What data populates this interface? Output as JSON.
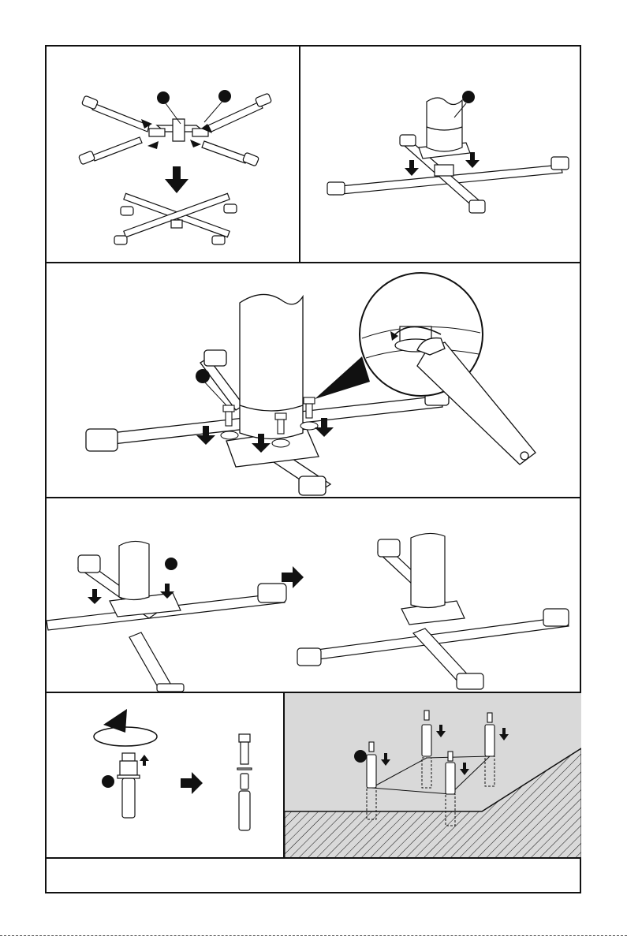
{
  "caption": "",
  "colors": {
    "ink": "#111111",
    "paper": "#ffffff",
    "floor": "#d9d9d9",
    "callout": "#111111"
  },
  "steps": [
    {
      "id": "assemble-base-legs",
      "callouts": 2
    },
    {
      "id": "place-column-on-base",
      "callouts": 1
    },
    {
      "id": "bolt-column-to-base",
      "callouts": 1,
      "detail": "wrench-tightening"
    },
    {
      "id": "fit-cover-caps",
      "callouts": 1
    },
    {
      "id": "anchor-bolt-preparation",
      "callouts": 1
    },
    {
      "id": "floor-anchor-installation",
      "callouts": 1
    }
  ],
  "icons": [
    "arrow-down-icon",
    "arrow-right-icon",
    "rotate-counterclockwise-icon",
    "wrench-icon",
    "bolt-icon",
    "washer-icon",
    "callout-dot-icon"
  ]
}
